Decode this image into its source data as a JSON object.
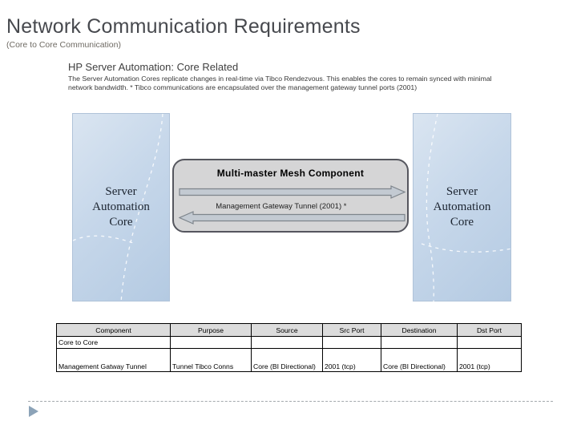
{
  "header": {
    "title": "Network Communication Requirements",
    "subtitle": "(Core to Core Communication)"
  },
  "section": {
    "heading": "HP Server Automation: Core Related",
    "body": "The Server Automation Cores replicate changes in real-time via Tibco Rendezvous. This enables the cores to remain synced with minimal network bandwidth. * Tibco communications are encapsulated over the management gateway tunnel ports (2001)"
  },
  "diagram": {
    "left_core_label": "Server Automation Core",
    "right_core_label": "Server Automation Core",
    "mesh_title": "Multi-master Mesh Component",
    "tunnel_label": "Management Gateway Tunnel (2001) *",
    "icons": {
      "top_arrow": "block-arrow-right",
      "bottom_arrow": "block-arrow-left"
    }
  },
  "table": {
    "headers": [
      "Component",
      "Purpose",
      "Source",
      "Src Port",
      "Destination",
      "Dst Port"
    ],
    "rows": [
      [
        "Core to Core",
        "",
        "",
        "",
        "",
        ""
      ],
      [
        "Management Gatway Tunnel",
        "Tunnel Tibco Conns",
        "Core (BI Directional)",
        "2001 (tcp)",
        "Core (BI Directional)",
        "2001 (tcp)"
      ]
    ]
  },
  "footer": {
    "bullet_icon": "triangle-right"
  },
  "colors": {
    "title_text": "#47494e",
    "subtitle_text": "#6e6a63",
    "core_box_gradient_start": "#dae5f1",
    "core_box_gradient_end": "#b4cae2",
    "core_box_border": "#b0c3d9",
    "mesh_fill": "#d5d5d6",
    "mesh_border": "#55565e",
    "arrow_fill": "#c3cad2",
    "arrow_stroke": "#7e858c",
    "table_header_bg": "#dcdcdc",
    "footer_triangle": "#8ca3b8",
    "footer_dash": "#a3a9ad"
  }
}
